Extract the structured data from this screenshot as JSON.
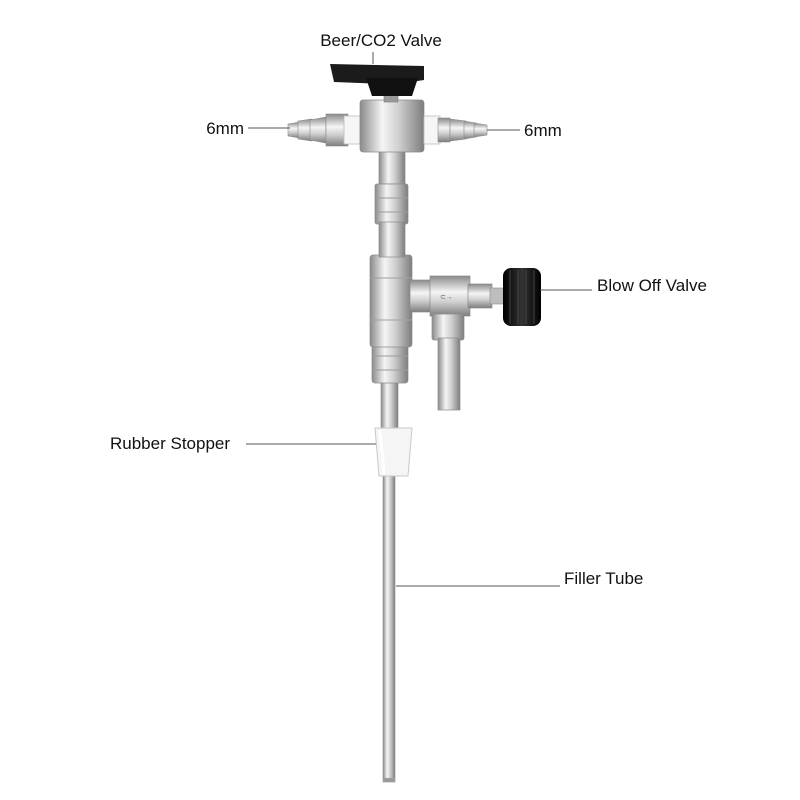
{
  "labels": {
    "beer_co2_valve": "Beer/CO2 Valve",
    "left_port": "6mm",
    "right_port": "6mm",
    "blow_off_valve": "Blow Off Valve",
    "rubber_stopper": "Rubber Stopper",
    "filler_tube": "Filler Tube"
  },
  "colors": {
    "steel_light": "#f2f2f2",
    "steel_mid": "#c8c8c8",
    "steel_dark": "#8a8a8a",
    "handle": "#1b1b1b",
    "stopper": "#f4f4f4",
    "leader_line": "#555555"
  }
}
